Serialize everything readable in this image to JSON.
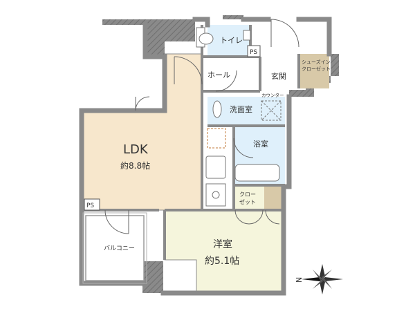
{
  "rooms": {
    "toilet": "トイレ",
    "ps_top": "PS",
    "shoes_closet_1": "シューズイン",
    "shoes_closet_2": "クローゼット",
    "hall": "ホール",
    "entrance": "玄関",
    "counter": "カウンター",
    "washroom": "洗面室",
    "bathroom": "浴室",
    "ldk_name": "LDK",
    "ldk_size": "約8.8帖",
    "closet_1": "クロー",
    "closet_2": "ゼット",
    "ps_left": "PS",
    "balcony": "バルコニー",
    "western_name": "洋室",
    "western_size": "約5.1帖"
  },
  "compass": {
    "label": "N"
  },
  "colors": {
    "wall": "#8a8a8a",
    "wall_hatch": "#6f6f6f",
    "ldk_floor": "#f7e7cc",
    "western_floor": "#f5f5dc",
    "wet_floor": "#dff0fb",
    "closet_floor": "#d8c9a8",
    "line": "#555555"
  }
}
